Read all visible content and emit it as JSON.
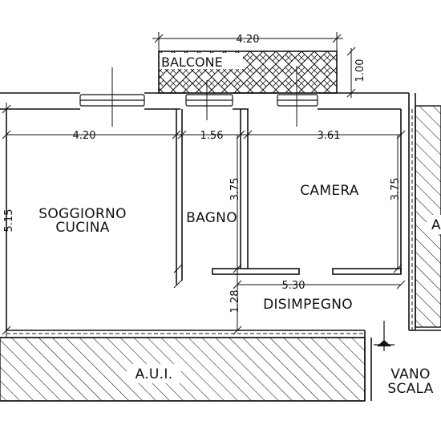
{
  "rooms": {
    "balcone": "BALCONE",
    "soggiorno_line1": "SOGGIORNO",
    "soggiorno_line2": "CUCINA",
    "bagno": "BAGNO",
    "camera": "CAMERA",
    "disimpegno": "DISIMPEGNO",
    "aui": "A.U.I.",
    "vano_line1": "VANO",
    "vano_line2": "SCALA",
    "right_partial": "A"
  },
  "dimensions": {
    "balcony_width": "4.20",
    "balcony_depth": "1.00",
    "soggiorno_width": "4.20",
    "bagno_width": "1.56",
    "camera_width": "3.61",
    "soggiorno_depth": "5.15",
    "bagno_depth": "3.75",
    "camera_depth": "3.75",
    "corridor_length": "5.30",
    "corridor_width": "1.28"
  },
  "colors": {
    "line": "#111111",
    "hatch": "#111111",
    "background": "#ffffff"
  }
}
